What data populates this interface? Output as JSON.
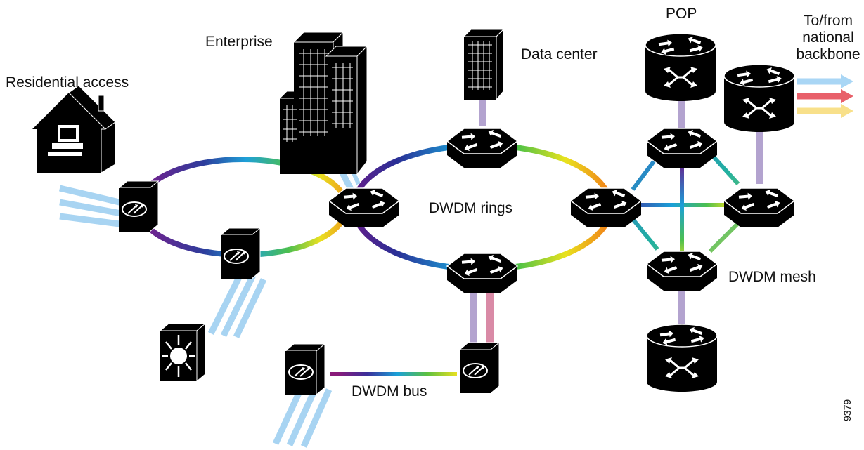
{
  "labels": {
    "residential": "Residential access",
    "enterprise": "Enterprise",
    "datacenter": "Data center",
    "pop": "POP",
    "national_line1": "To/from",
    "national_line2": "national",
    "national_line3": "backbone",
    "rings": "DWDM rings",
    "mesh": "DWDM mesh",
    "bus": "DWDM bus",
    "figure_id": "9379"
  },
  "icons": {
    "router": "hexagonal-router-icon",
    "core_router": "cylinder-router-icon",
    "mux": "optical-mux-box-icon",
    "switch": "multilayer-switch-icon",
    "house": "house-with-pc-icon",
    "building": "office-building-icon"
  },
  "colors": {
    "fiber_blue": "#a8d4f2",
    "fiber_lilac": "#b3a3cf",
    "fiber_pink": "#d98aa6",
    "backbone_blue": "#a9d6f5",
    "backbone_red": "#e8606a",
    "backbone_yellow": "#f8e08a",
    "device": "#000000"
  }
}
